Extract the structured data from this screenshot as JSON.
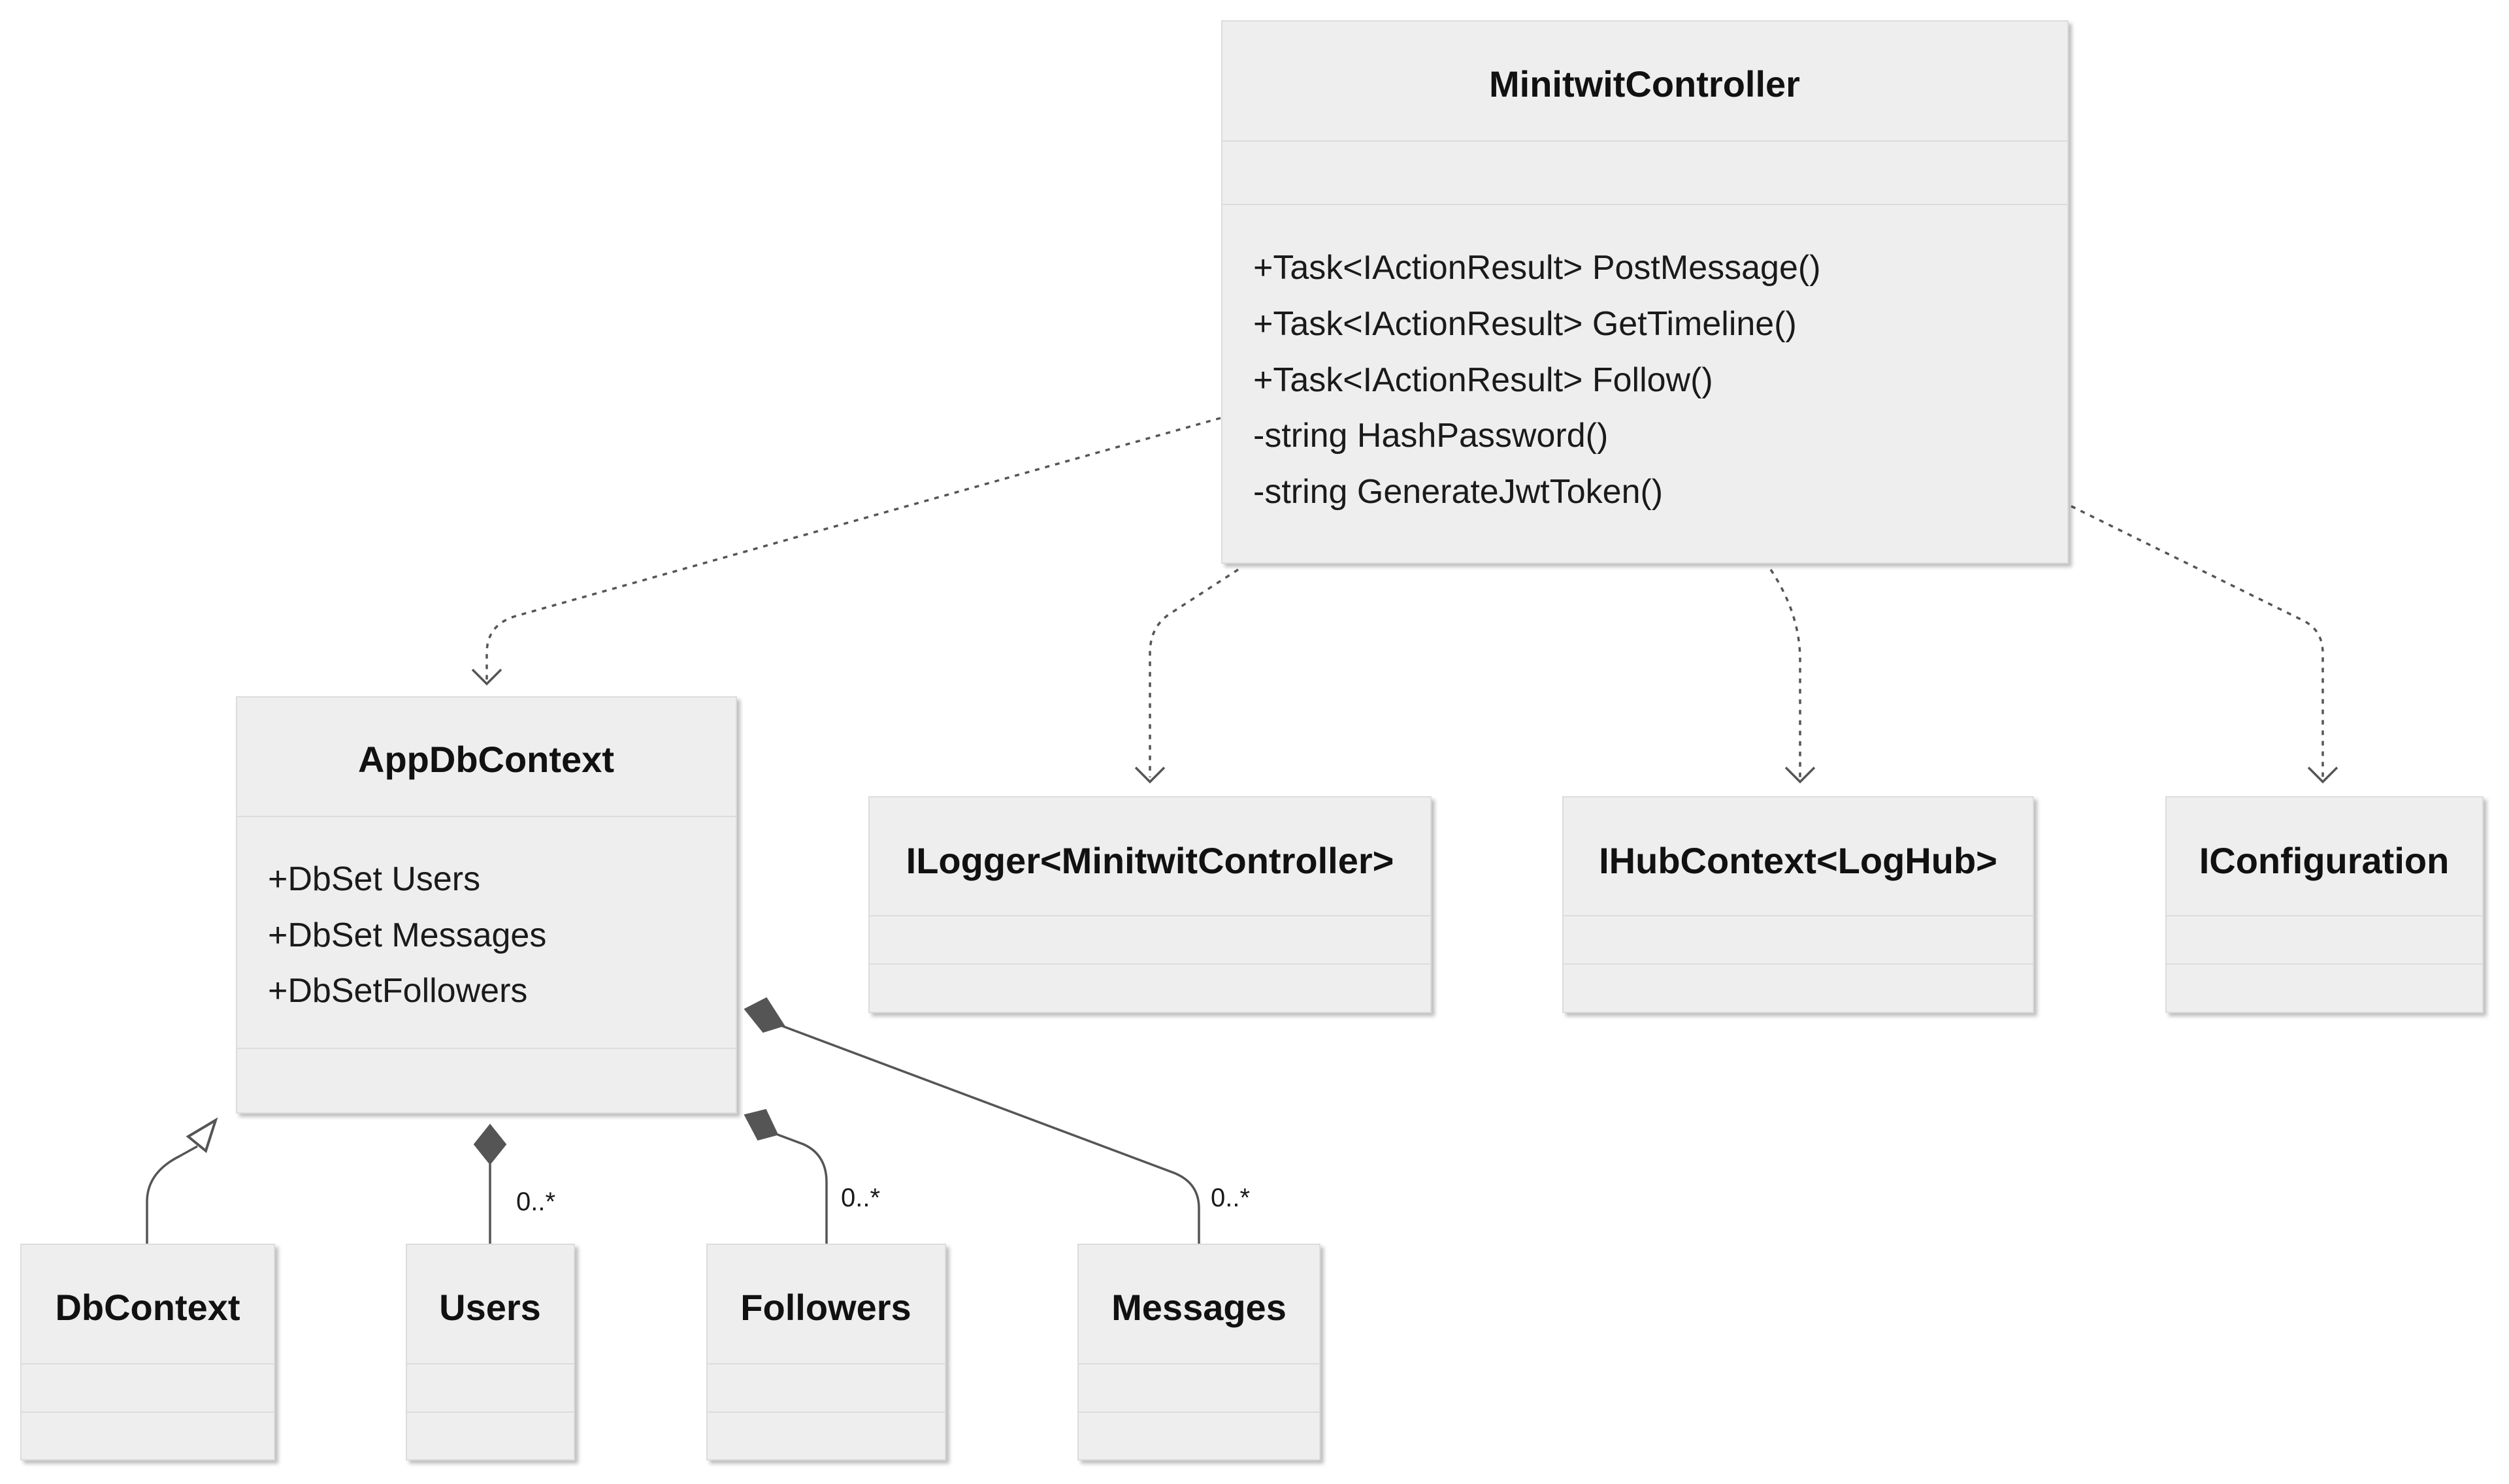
{
  "classes": {
    "minitwit_controller": {
      "name": "MinitwitController",
      "attributes": [],
      "methods": [
        "+Task<IActionResult> PostMessage()",
        "+Task<IActionResult> GetTimeline()",
        "+Task<IActionResult> Follow()",
        "-string HashPassword()",
        "-string GenerateJwtToken()"
      ]
    },
    "app_db_context": {
      "name": "AppDbContext",
      "attributes": [
        "+DbSet Users",
        "+DbSet Messages",
        "+DbSetFollowers"
      ],
      "methods": []
    },
    "ilogger": {
      "name": "ILogger<MinitwitController>"
    },
    "ihub_context": {
      "name": "IHubContext<LogHub>"
    },
    "iconfiguration": {
      "name": "IConfiguration"
    },
    "db_context": {
      "name": "DbContext"
    },
    "users": {
      "name": "Users"
    },
    "followers": {
      "name": "Followers"
    },
    "messages": {
      "name": "Messages"
    }
  },
  "relations": {
    "users_multiplicity": "0..*",
    "followers_multiplicity": "0..*",
    "messages_multiplicity": "0..*"
  }
}
